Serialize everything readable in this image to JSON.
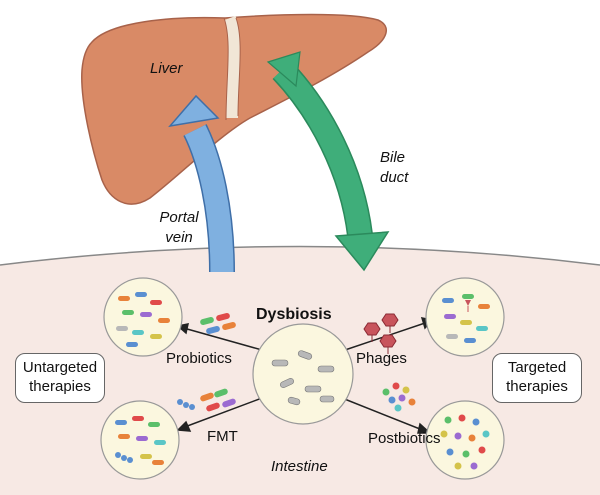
{
  "organs": {
    "liver": "Liver",
    "intestine": "Intestine"
  },
  "vessels": {
    "portal_vein": "Portal\nvein",
    "bile_duct": "Bile\nduct"
  },
  "center": {
    "title": "Dysbiosis"
  },
  "therapies": {
    "untargeted": {
      "box": "Untargeted\ntherapies",
      "items": [
        "Probiotics",
        "FMT"
      ]
    },
    "targeted": {
      "box": "Targeted\ntherapies",
      "items": [
        "Phages",
        "Postbiotics"
      ]
    }
  },
  "colors": {
    "liver": "#d98a66",
    "intestine": "#f7e9e4",
    "portal_vein": "#7fb0e0",
    "bile_duct": "#3fae7a"
  },
  "icons": [
    "liver-organ",
    "intestine-band",
    "portal-vein-arrow",
    "bile-duct-arrow",
    "bacteria-circle",
    "phage-icon",
    "postbiotic-dots"
  ]
}
